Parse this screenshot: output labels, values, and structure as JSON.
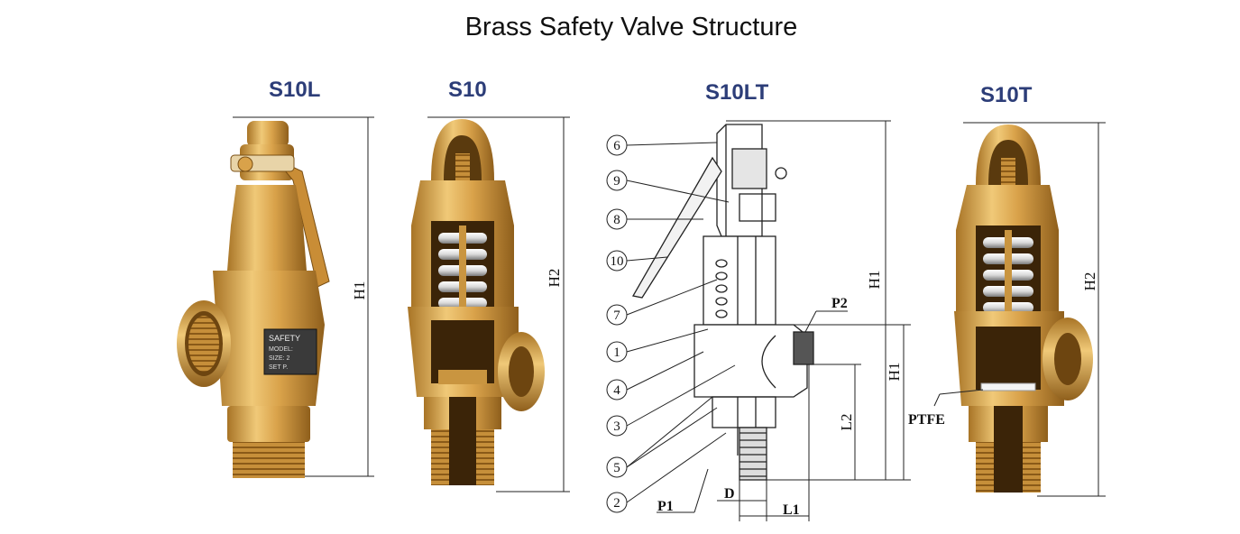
{
  "title": "Brass Safety Valve Structure",
  "models": {
    "s10l": "S10L",
    "s10": "S10",
    "s10lt": "S10LT",
    "s10t": "S10T"
  },
  "dimensions": {
    "h1": "H1",
    "h2": "H2",
    "l1": "L1",
    "l2": "L2",
    "d": "D",
    "p1": "P1",
    "p2": "P2",
    "ptfe": "PTFE"
  },
  "nameplate": {
    "line1": "SAFETY",
    "line2": "MODEL:",
    "line3": "SIZE: 2",
    "line4": "SET P."
  },
  "callouts": [
    "6",
    "9",
    "8",
    "10",
    "7",
    "1",
    "4",
    "3",
    "5",
    "2"
  ],
  "colors": {
    "brass": "#d9a24a",
    "brass_dark": "#9a6a22",
    "brass_light": "#f0c978",
    "model_label": "#2c3d78",
    "line": "#222222"
  }
}
